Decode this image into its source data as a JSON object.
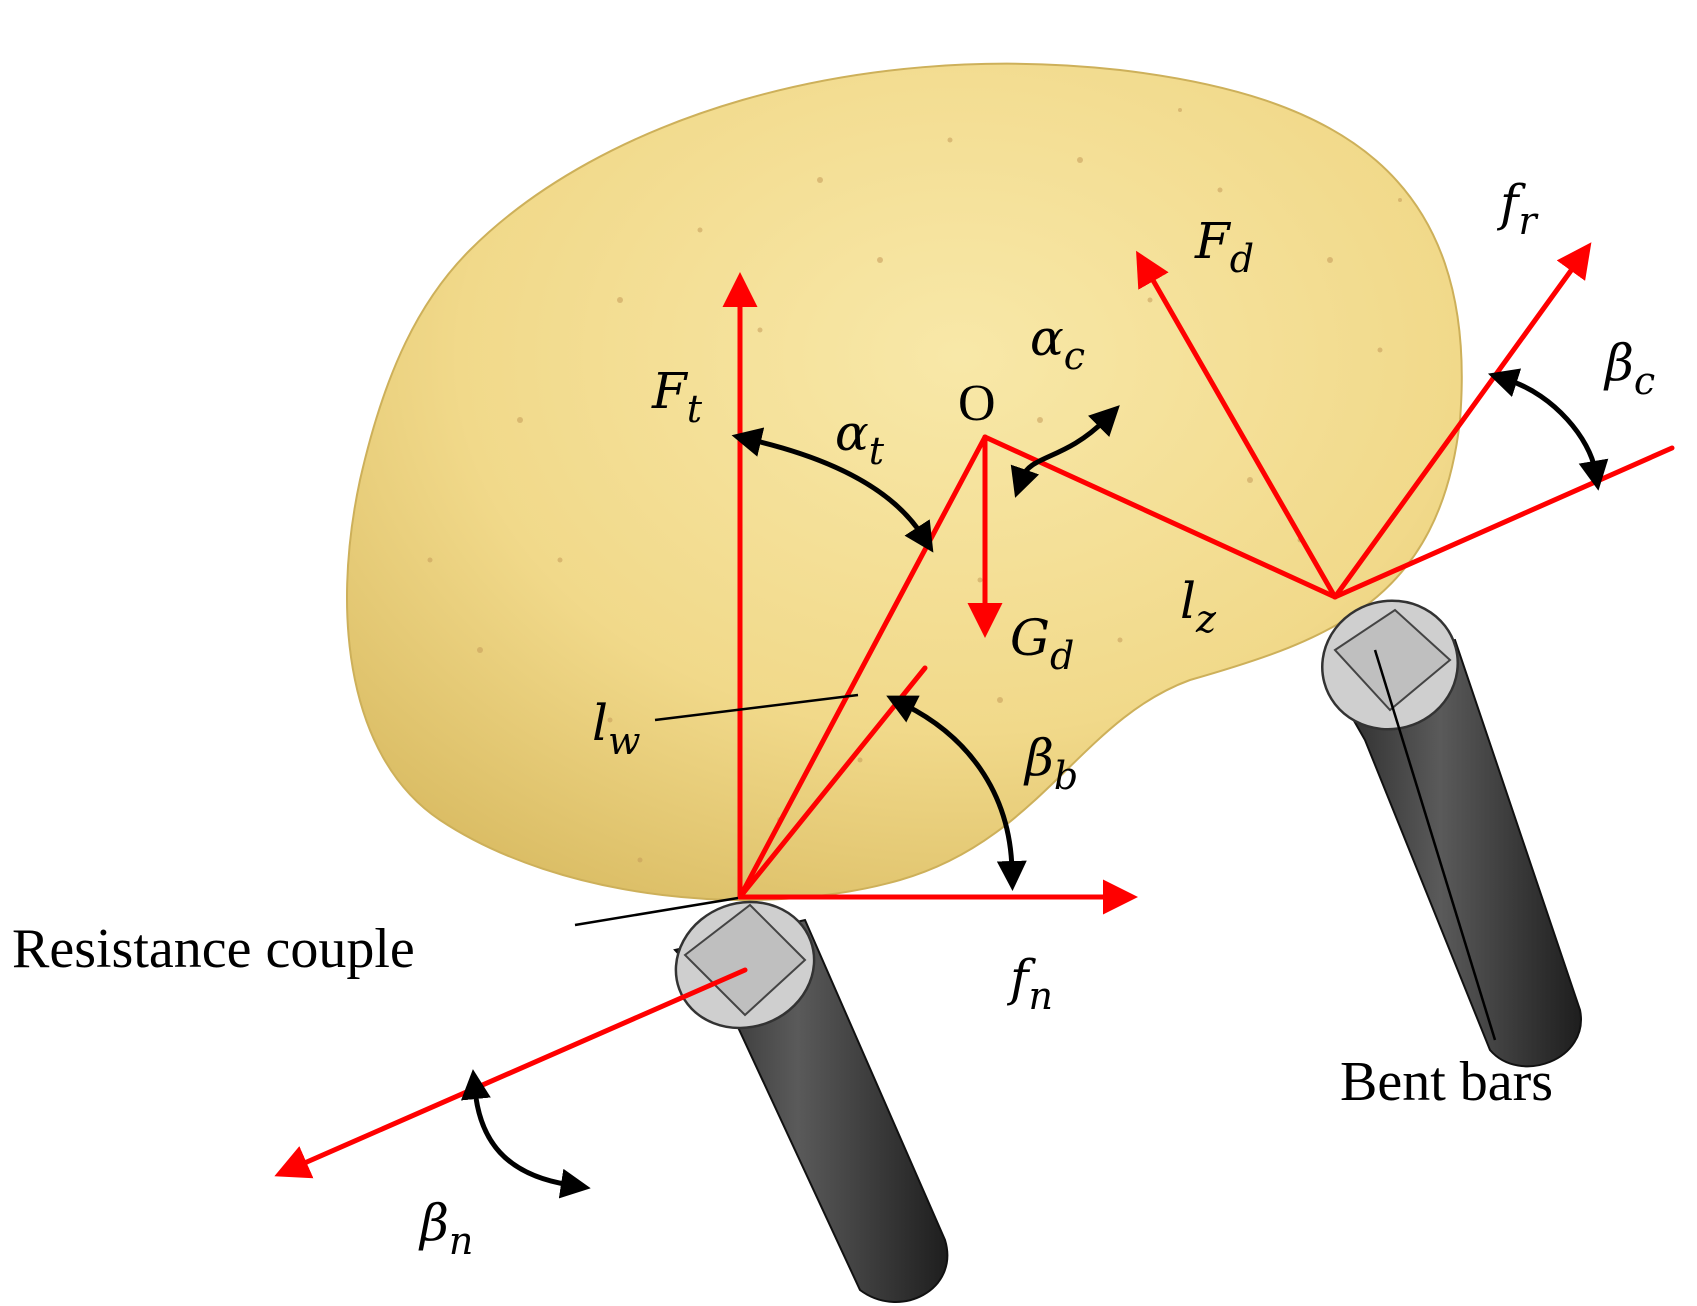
{
  "labels": {
    "F_t": {
      "main": "F",
      "sub": "t"
    },
    "F_d": {
      "main": "F",
      "sub": "d"
    },
    "f_r": {
      "main": "f",
      "sub": "r"
    },
    "alpha_t": {
      "main": "α",
      "sub": "t"
    },
    "alpha_c": {
      "main": "α",
      "sub": "c"
    },
    "beta_c": {
      "main": "β",
      "sub": "c"
    },
    "beta_b": {
      "main": "β",
      "sub": "b"
    },
    "beta_n": {
      "main": "β",
      "sub": "n"
    },
    "G_d": {
      "main": "G",
      "sub": "d"
    },
    "l_z": {
      "main": "l",
      "sub": "z"
    },
    "l_w": {
      "main": "l",
      "sub": "w"
    },
    "f_n": {
      "main": "f",
      "sub": "n"
    },
    "O": "O",
    "resistance_couple": "Resistance couple",
    "bent_bars": "Bent bars"
  },
  "colors": {
    "force_vectors": "#ff0000",
    "angle_arrows": "#000000",
    "potato_skin": "#f3dc8e",
    "bar_body": "#3a3a3a",
    "bar_end_face": "#c8c8c8"
  },
  "icons": {
    "object": "potato",
    "supports": "bent-bar-cylinder"
  }
}
